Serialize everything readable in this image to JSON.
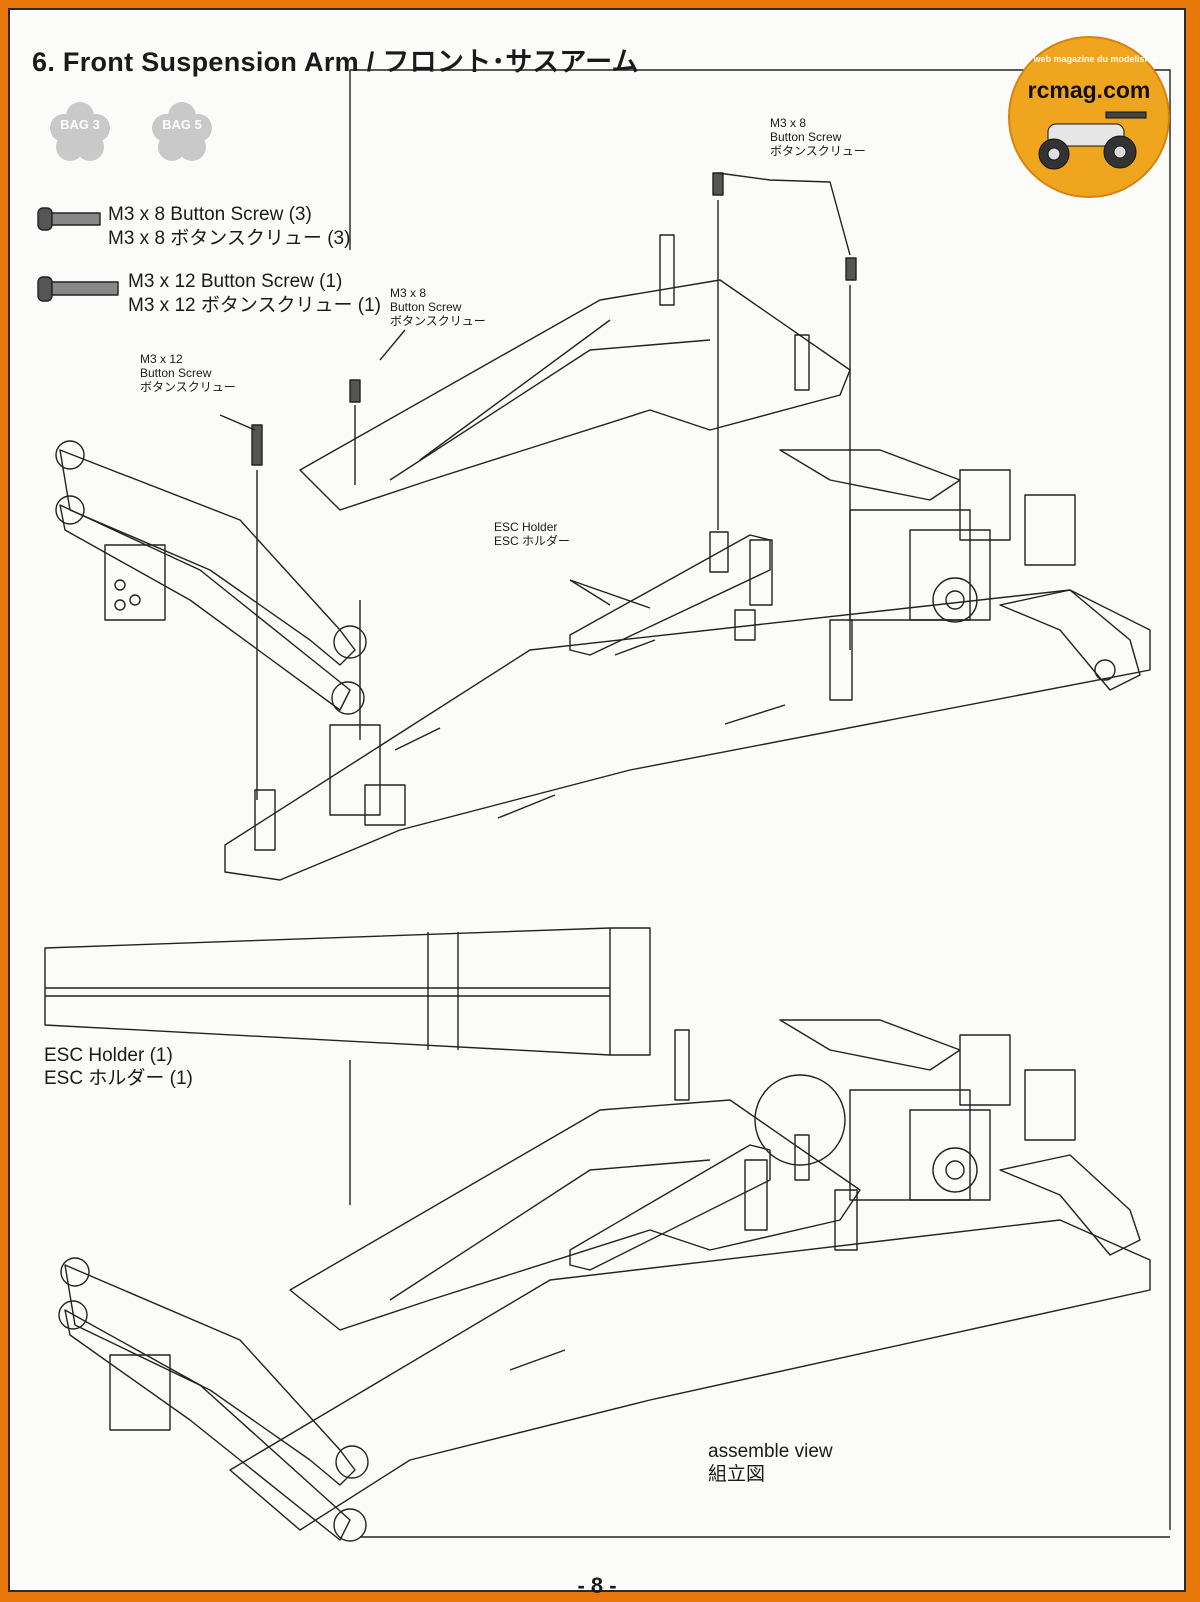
{
  "title": "6. Front Suspension Arm / フロント･サスアーム",
  "bags": [
    "BAG 3",
    "BAG 5"
  ],
  "parts": [
    {
      "name": "M3 x 8 Button Screw (3)",
      "name_jp": "M3 x 8 ボタンスクリュー (3)"
    },
    {
      "name": "M3 x 12 Button Screw (1)",
      "name_jp": "M3 x 12 ボタンスクリュー (1)"
    }
  ],
  "callouts": {
    "m3x8_top": [
      "M3 x 8",
      "Button Screw",
      "ボタンスクリュー"
    ],
    "m3x8_mid": [
      "M3 x 8",
      "Button Screw",
      "ボタンスクリュー"
    ],
    "m3x12": [
      "M3 x 12",
      "Button Screw",
      "ボタンスクリュー"
    ],
    "esc_holder": [
      "ESC Holder",
      "ESC ホルダー"
    ]
  },
  "esc_part": {
    "label": "ESC Holder (1)",
    "label_jp": "ESC ホルダー (1)"
  },
  "assemble_view": {
    "label": "assemble view",
    "label_jp": "組立図"
  },
  "page_number": "- 8 -",
  "logo": {
    "brand": "rcmag.com",
    "tagline": "Le web magazine du modelisme"
  },
  "colors": {
    "frame": "#e8780a",
    "logo_bg": "#f0a51e",
    "ink": "#1a1a1a"
  }
}
